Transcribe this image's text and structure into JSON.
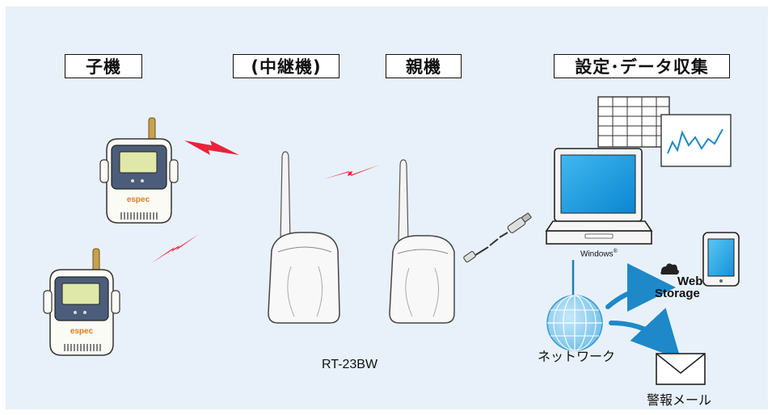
{
  "headers": {
    "child": "子機",
    "repeater": "(中継機)",
    "parent": "親機",
    "settings": "設定･データ収集"
  },
  "device": {
    "brand": "espec",
    "model": "RT-23BW"
  },
  "labels": {
    "windows": "Windows",
    "windows_mark": "®",
    "web_storage_line1": "Web",
    "web_storage_line2": "Storage",
    "network": "ネットワーク",
    "alarm_mail": "警報メール"
  },
  "colors": {
    "background": "#e8f1f9",
    "signal": "#e8233a",
    "arrow": "#1e88c8",
    "globe": "#7cc4ea",
    "screen": "#1ea0e6",
    "brand": "#e07a1a"
  }
}
